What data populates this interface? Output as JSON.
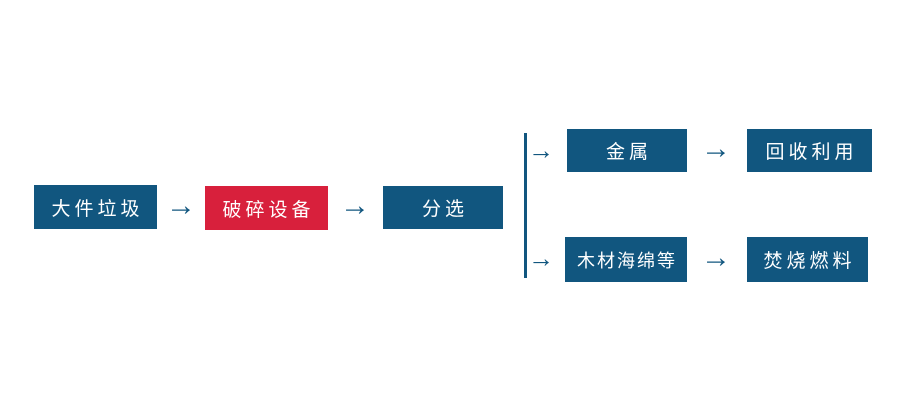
{
  "flowchart": {
    "colors": {
      "background": "#ffffff",
      "box_blue": "#11567F",
      "box_red": "#D8203C",
      "arrow_blue": "#11567F",
      "text_white": "#ffffff"
    },
    "arrow_glyph": "→",
    "nodes": {
      "bulky_waste": {
        "label": "大件垃圾"
      },
      "crushing_equipment": {
        "label": "破碎设备"
      },
      "sorting": {
        "label": "分选"
      },
      "metal": {
        "label": "金属"
      },
      "recycling": {
        "label": "回收利用"
      },
      "wood_sponge_etc": {
        "label": "木材海绵等"
      },
      "incineration_fuel": {
        "label": "焚烧燃料"
      }
    }
  }
}
